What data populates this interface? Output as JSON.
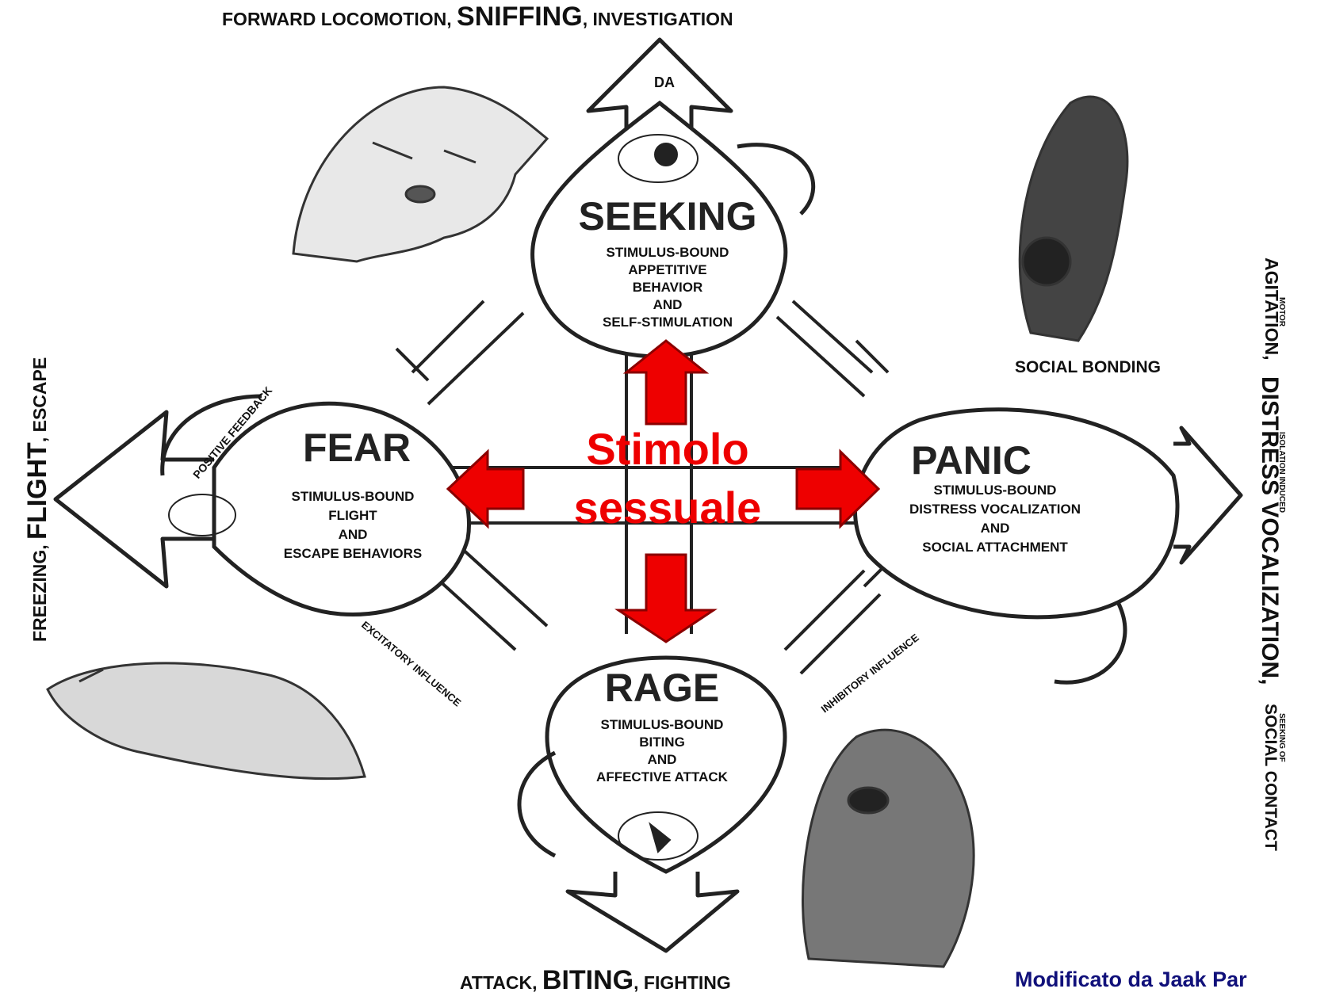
{
  "top_label": {
    "a": "FORWARD LOCOMOTION, ",
    "b": "SNIFFING",
    "c": ", INVESTIGATION"
  },
  "bottom_label": {
    "a": "ATTACK, ",
    "b": "BITING",
    "c": ", FIGHTING"
  },
  "left_label": {
    "a": "FREEZING, ",
    "b": "FLIGHT",
    "c": ", ESCAPE"
  },
  "right_label": {
    "motor": "MOTOR",
    "agitation": "AGITATION,",
    "isolation": "ISOLATION INDUCED",
    "distress": "DISTRESS VOCALIZATION,",
    "social": "SOCIAL CONTACT",
    "seeking_of": "SEEKING OF"
  },
  "seeking": {
    "title": "SEEKING",
    "lines": [
      "STIMULUS-BOUND",
      "APPETITIVE",
      "BEHAVIOR",
      "AND",
      "SELF-STIMULATION"
    ],
    "neuro": "DA"
  },
  "fear": {
    "title": "FEAR",
    "lines": [
      "STIMULUS-BOUND",
      "FLIGHT",
      "AND",
      "ESCAPE BEHAVIORS"
    ],
    "feedback": "POSITIVE FEEDBACK"
  },
  "panic": {
    "title": "PANIC",
    "lines": [
      "STIMULUS-BOUND",
      "DISTRESS VOCALIZATION",
      "AND",
      "SOCIAL ATTACHMENT"
    ]
  },
  "rage": {
    "title": "RAGE",
    "lines": [
      "STIMULUS-BOUND",
      "BITING",
      "AND",
      "AFFECTIVE ATTACK"
    ]
  },
  "social_bonding": "SOCIAL BONDING",
  "excitatory": "EXCITATORY INFLUENCE",
  "inhibitory": "INHIBITORY INFLUENCE",
  "center": {
    "line1": "Stimolo",
    "line2": "sessuale"
  },
  "credit": "Modificato da Jaak Par",
  "colors": {
    "accent_red": "#ee0000",
    "credit_blue": "#10107a",
    "ink": "#111111"
  },
  "icons": [
    "cat-illustration",
    "fox-illustration",
    "primate-mother-illustration",
    "baboon-illustration",
    "brain-section-icon"
  ]
}
